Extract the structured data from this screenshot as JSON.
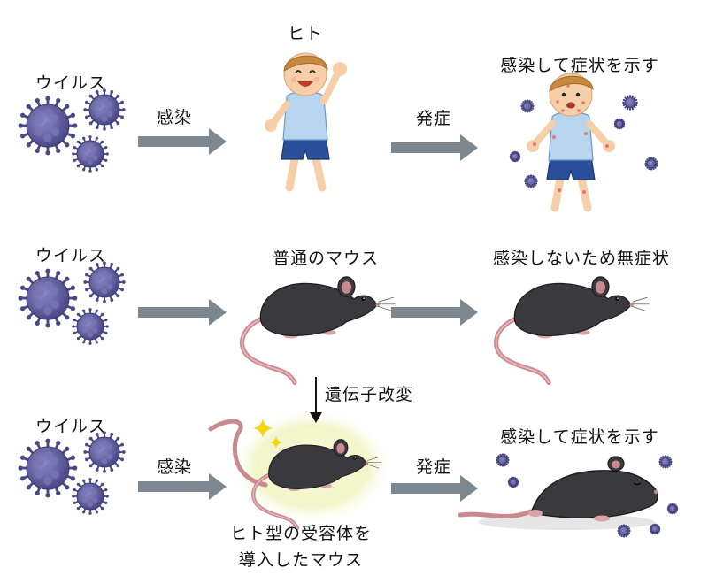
{
  "rows": [
    {
      "source_label": "ウイルス",
      "arrow1_label": "感染",
      "host_label": "ヒト",
      "arrow2_label": "発症",
      "result_label": "感染して症状を示す"
    },
    {
      "source_label": "ウイルス",
      "arrow1_label": "",
      "host_label": "普通のマウス",
      "arrow2_label": "",
      "result_label": "感染しないため無症状"
    },
    {
      "source_label": "ウイルス",
      "arrow1_label": "感染",
      "host_label_line1": "ヒト型の受容体を",
      "host_label_line2": "導入したマウス",
      "arrow2_label": "発症",
      "result_label": "感染して症状を示す"
    }
  ],
  "modification_label": "遺伝子改変",
  "colors": {
    "virus": "#5b5a9a",
    "arrow": "#7d8790",
    "mouse_body": "#3a3a3e",
    "mouse_tail": "#c98a8f",
    "glow": "#f3f6c9",
    "sparkle": "#f4d614",
    "shirt": "#b7d5ee",
    "shorts": "#2a4f9a",
    "skin": "#f6cfa8",
    "hair": "#c8893e"
  },
  "icons": {
    "virus": "virus-cluster-icon",
    "human_healthy": "child-cheering-icon",
    "human_sick": "child-sick-icon",
    "mouse": "mouse-icon",
    "mouse_sick": "mouse-collapsed-icon"
  }
}
